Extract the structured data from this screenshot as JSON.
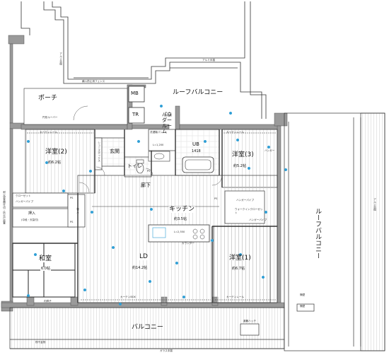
{
  "rooms": {
    "porch": "ポーチ",
    "roof_balcony_top": "ルーフバルコニー",
    "roof_balcony_right": "ルーフバルコニー",
    "balcony": "バルコニー",
    "mb": "MB",
    "tr": "TR",
    "powder_room": "パウダールーム",
    "ub_name": "UB",
    "ub_size": "1418",
    "western2_name": "洋室(2)",
    "western2_size": "約6.2帖",
    "western3_name": "洋室(3)",
    "western3_size": "約5.2帖",
    "western1_name": "洋室(1)",
    "western1_size": "約6.7帖",
    "entrance": "玄関",
    "toilet": "トイレ",
    "hallway": "廊下",
    "kitchen_name": "キッチン",
    "kitchen_size": "約3.5帖",
    "ld_name": "LD",
    "ld_size": "約14.2帖",
    "washitsu_name": "和室",
    "washitsu_size": "6.0帖",
    "closet_left": "クローゼット",
    "oshiire": "押入",
    "oshiire_sub": "(中段・天袋付)",
    "shoe_box": "シューズボックス",
    "walk_in_closet": "ウォークインクローゼット",
    "mono": "物入"
  },
  "annotations": {
    "aluminum_rail_top": "アルミ手摺",
    "aluminum_rail_right": "アルミ手摺",
    "fence": "横入防止用フェンス",
    "eave_gutter": "円形ルーバー",
    "curtain_rail_w2": "カーテンレール",
    "curtain_rail_w3": "カーテンレール",
    "curtain_box": "カーテンBOX",
    "curtain_rail_w1": "カーテンレール",
    "counter": "カウンター",
    "kitchen_length": "L=2,550",
    "toilet_length": "L=1,200",
    "hanger_pipe_left": "ハンガーパイプ",
    "hanger_pipe_right": "ハンガーパイプ",
    "hanger_pipe_wic": "ハンガーパイプ",
    "washing_pan": "洗濯機パン",
    "evac_hatch": "避難ハッチ",
    "glass_rail": "ガラス手摺",
    "planter": "植栽",
    "eaves": "物干金物",
    "side_note": "耐火遮音間仕切・防火戸設置",
    "ps_labels": [
      "PS",
      "PS",
      "PS",
      "PS"
    ],
    "partition_note_1": "隔壁",
    "partition_note_2": "隔壁",
    "inner_rail": "内障子",
    "stairs_note": "ハンガー",
    "aluminum_rail_left": "アルミ手摺",
    "water_heater": "給湯器"
  },
  "colors": {
    "wall": "#9a9a9a",
    "line": "#222222",
    "floor_line": "#b8b8b8",
    "tatami": "#222222",
    "fixture": "#2f9fd6"
  }
}
